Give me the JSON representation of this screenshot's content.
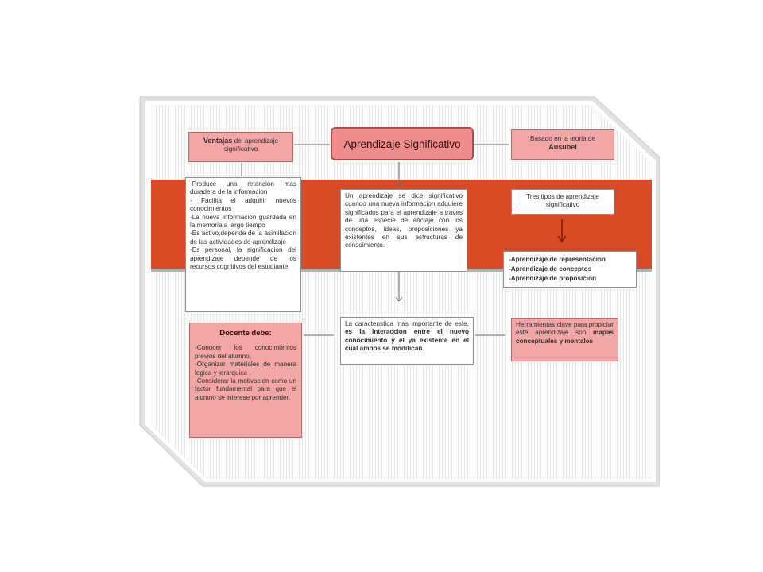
{
  "diagram": {
    "title": "Aprendizaje Significativo",
    "ventajas_box": {
      "bold": "Ventajas",
      "rest": " del aprendizaje significativo"
    },
    "ventajas_list": "-Produce una retencion mas duradera de la informacion\n- Facilita el adquirir nuevos conocimientos\n-La nueva informacion guardada en la memoria a largo tiempo\n-Es activo,depende de la asimilacion de las actividades de aprendizaje\n-Es personal, la significacion del aprendizaje depende de los recursos cognitivos del estudiante",
    "definition": "Un aprendizaje se dice significativo cuando una nueva informacion adquiere significados para el aprendizaje a traves de una especie de anclaje con los conceptos, ideas, proposiciones ya existentes en sus estructuras de conscimiento.",
    "caracteristica": {
      "pre": "La caractenstica mas importante de este, ",
      "bold": "es la interaccion entre el nuevo conocimiento y el ya existente en el cual ambos se modifican."
    },
    "ausubel_box": {
      "pre": "Basado en la teoria de",
      "bold": "Ausubel"
    },
    "tipos_box": "Tres tipos de aprendizaje significativo",
    "tipos_list": [
      "-Aprendizaje de representacion",
      "-Aprendizaje de conceptos",
      "-Aprendizaje de proposicion"
    ],
    "docente": {
      "title": "Docente debe:",
      "items": "-Conocer los conocimientos previos del alumno,\n-Organizar materiales de manera logica y jerarquica .\n-Considerar la motivacion como un factor fundamental para que el alumno se interese por aprender."
    },
    "herramientas": {
      "pre": "Herramientas clave para propiciar este aprendizaje son ",
      "bold": "mapas conceptuales y mentales"
    }
  },
  "colors": {
    "band": "#d94b25",
    "title_fill": "#ef8c8c",
    "pink_fill": "#f2a6a6",
    "arrow": "#c0392b"
  }
}
